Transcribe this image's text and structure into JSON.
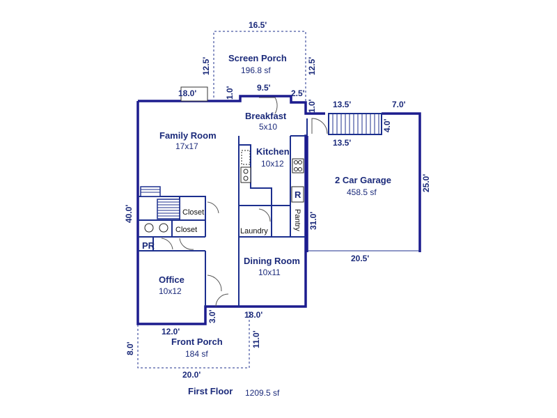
{
  "colors": {
    "wall": "#1c1c8e",
    "text": "#1b2a7a",
    "background": "#ffffff"
  },
  "rooms": {
    "screen_porch": {
      "name": "Screen Porch",
      "size": "196.8 sf"
    },
    "breakfast": {
      "name": "Breakfast",
      "size": "5x10"
    },
    "family_room": {
      "name": "Family Room",
      "size": "17x17"
    },
    "kitchen": {
      "name": "Kitchen",
      "size": "10x12"
    },
    "garage": {
      "name": "2 Car Garage",
      "size": "458.5 sf"
    },
    "closet_upper": {
      "name": "Closet"
    },
    "closet_lower": {
      "name": "Closet"
    },
    "powder_room": {
      "name": "PR"
    },
    "laundry": {
      "name": "Laundry"
    },
    "pantry": {
      "name": "Pantry"
    },
    "dining_room": {
      "name": "Dining Room",
      "size": "10x11"
    },
    "office": {
      "name": "Office",
      "size": "10x12"
    },
    "front_porch": {
      "name": "Front Porch",
      "size": "184 sf"
    },
    "refrigerator": {
      "name": "R"
    }
  },
  "dimensions": {
    "screen_porch_width": "16.5'",
    "screen_porch_left_depth": "12.5'",
    "screen_porch_right_depth": "12.5'",
    "family_top": "18.0'",
    "breakfast_step": "1.0'",
    "breakfast_width": "9.5'",
    "breakfast_right": "2.5'",
    "stair_step": "1.0'",
    "stair_top": "13.5'",
    "stair_bottom": "13.5'",
    "stair_depth": "4.0'",
    "garage_top": "7.0'",
    "garage_right": "25.0'",
    "garage_left": "31.0'",
    "garage_bottom": "20.5'",
    "house_left": "40.0'",
    "office_bottom": "12.0'",
    "front_step": "3.0'",
    "dining_bottom": "18.0'",
    "front_porch_left": "8.0'",
    "front_porch_right": "11.0'",
    "front_porch_width": "20.0'"
  },
  "footer": {
    "title": "First Floor",
    "area": "1209.5 sf"
  }
}
